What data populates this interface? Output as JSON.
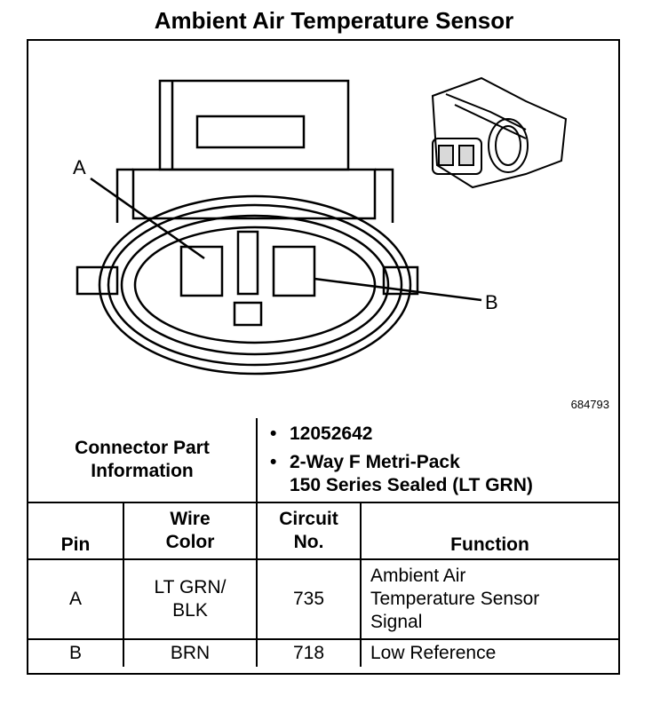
{
  "title": "Ambient Air Temperature Sensor",
  "figure_number": "684793",
  "callouts": {
    "a": "A",
    "b": "B"
  },
  "connector_info": {
    "label_line1": "Connector Part",
    "label_line2": "Information",
    "items": [
      "12052642",
      "2-Way F Metri-Pack"
    ],
    "item2_continuation": "150 Series Sealed (LT GRN)"
  },
  "table": {
    "headers": {
      "pin": "Pin",
      "wire_color_1": "Wire",
      "wire_color_2": "Color",
      "circuit_1": "Circuit",
      "circuit_2": "No.",
      "function": "Function"
    },
    "rows": [
      {
        "pin": "A",
        "wire_1": "LT GRN/",
        "wire_2": "BLK",
        "circuit": "735",
        "function_1": "Ambient Air",
        "function_2": "Temperature Sensor",
        "function_3": "Signal"
      },
      {
        "pin": "B",
        "wire_1": "BRN",
        "circuit": "718",
        "function_1": "Low Reference"
      }
    ]
  }
}
